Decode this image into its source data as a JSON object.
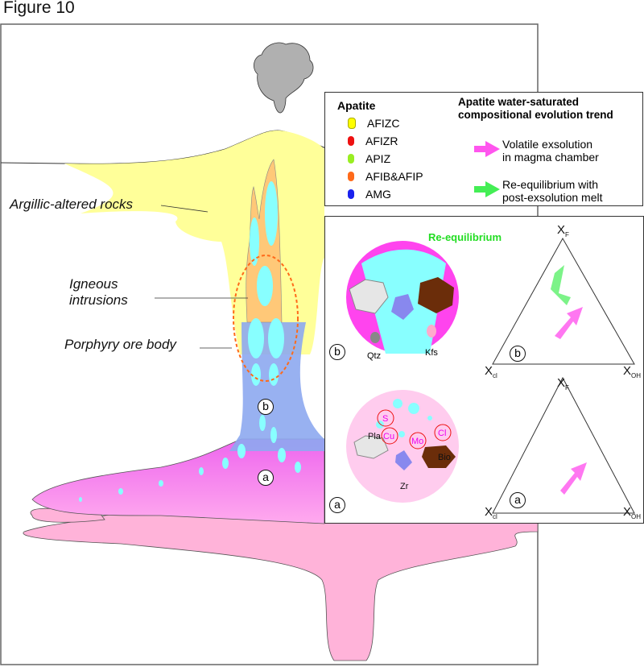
{
  "figure": {
    "title": "Figure 10"
  },
  "labels": {
    "argillic": "Argillic-altered rocks",
    "igneous_line1": "Igneous",
    "igneous_line2": "intrusions",
    "porphyry": "Porphyry ore body",
    "stage_a": "a",
    "stage_b": "b"
  },
  "legend": {
    "apatite_title": "Apatite",
    "apatite_types": [
      {
        "name": "AFIZC",
        "color": "#ffff00"
      },
      {
        "name": "AFIZR",
        "color": "#ee1111"
      },
      {
        "name": "APIZ",
        "color": "#99ee22"
      },
      {
        "name": "AFIB&AFIP",
        "color": "#ff6a1a"
      },
      {
        "name": "AMG",
        "color": "#1a22ee"
      }
    ],
    "trend_title_line1": "Apatite water-saturated",
    "trend_title_line2": "compositional evolution trend",
    "trends": [
      {
        "line1": "Volatile exsolution",
        "line2": "in magma chamber",
        "color": "#ff55ee"
      },
      {
        "line1": "Re-equilibrium with",
        "line2": "post-exsolution melt",
        "color": "#44ee55"
      }
    ]
  },
  "inset": {
    "panel_b": {
      "label": "b",
      "annotation": "Re-equilibrium",
      "minerals": [
        "Qtz",
        "Kfs"
      ]
    },
    "panel_a": {
      "label": "a",
      "elements": [
        "S",
        "Cu",
        "Mo",
        "Cl"
      ],
      "minerals": [
        "Pla",
        "Bio",
        "Zr"
      ]
    },
    "ternary": {
      "apex_top": "X",
      "apex_top_sub": "F",
      "apex_left": "X",
      "apex_left_sub": "cl",
      "apex_right": "X",
      "apex_right_sub": "OH"
    }
  },
  "colors": {
    "argillic": "#ffff99",
    "intrusion": "#ffc878",
    "fluid": "#88ffff",
    "ore_blue": "#8da8f0",
    "magma_top": "#ff66ee",
    "magma_root": "#ffb3d9",
    "plume": "#b0b0b0"
  }
}
